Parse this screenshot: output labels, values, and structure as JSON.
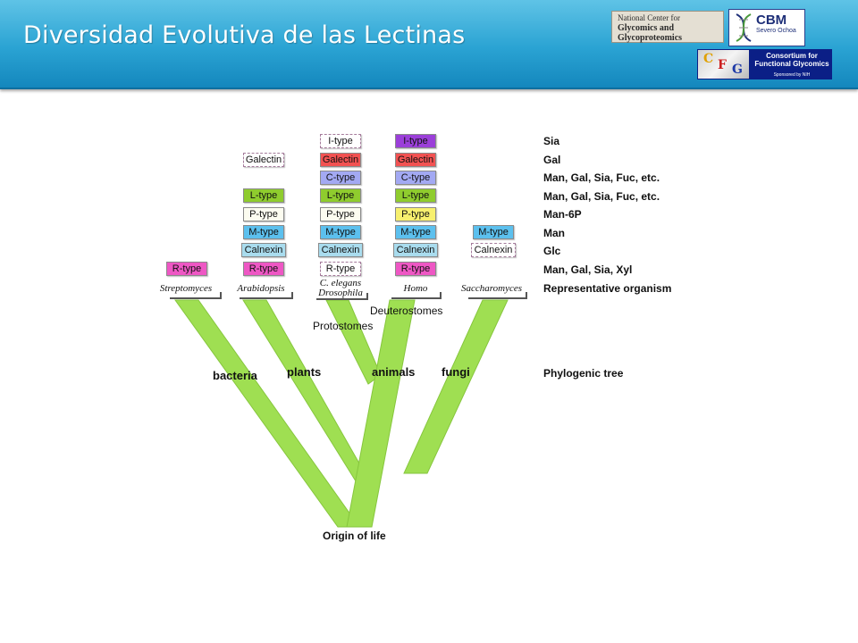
{
  "header": {
    "title": "Diversidad Evolutiva de las Lectinas"
  },
  "logos": {
    "ncfg": {
      "line1": "National Center for",
      "line2": "Glycomics and",
      "line3": "Glycoproteomics"
    },
    "cbm": {
      "name": "CBM",
      "sub": "Severo Ochoa"
    },
    "cfg": {
      "letters": "CFG",
      "name": "Consortium for Functional Glycomics",
      "sponsor": "Sponsored by NIH"
    }
  },
  "colors": {
    "branch": "#9fdf52",
    "itype_animal": "#9b3fd9",
    "galectin": "#f25252",
    "ctype": "#a3a9f3",
    "ltype": "#8fcc2e",
    "ptype_homo": "#f7f06e",
    "mtype": "#5cc0ee",
    "calnexin": "#a9dcee",
    "rtype": "#ee57c4"
  },
  "columns": {
    "streptomyces": {
      "organism": "Streptomyces",
      "boxes": [
        {
          "label": "R-type"
        }
      ]
    },
    "arabidopsis": {
      "organism": "Arabidopsis",
      "boxes": [
        {
          "label": "Galectin"
        },
        {
          "label": "L-type"
        },
        {
          "label": "P-type"
        },
        {
          "label": "M-type"
        },
        {
          "label": "Calnexin"
        },
        {
          "label": "R-type"
        }
      ]
    },
    "celegans": {
      "organism_line1": "C. elegans",
      "organism_line2": "Drosophila",
      "boxes": [
        {
          "label": "I-type"
        },
        {
          "label": "Galectin"
        },
        {
          "label": "C-type"
        },
        {
          "label": "L-type"
        },
        {
          "label": "P-type"
        },
        {
          "label": "M-type"
        },
        {
          "label": "Calnexin"
        },
        {
          "label": "R-type"
        }
      ]
    },
    "homo": {
      "organism": "Homo",
      "boxes": [
        {
          "label": "I-type"
        },
        {
          "label": "Galectin"
        },
        {
          "label": "C-type"
        },
        {
          "label": "L-type"
        },
        {
          "label": "P-type"
        },
        {
          "label": "M-type"
        },
        {
          "label": "Calnexin"
        },
        {
          "label": "R-type"
        }
      ]
    },
    "saccharomyces": {
      "organism": "Saccharomyces",
      "boxes": [
        {
          "label": "M-type"
        },
        {
          "label": "Calnexin"
        }
      ]
    }
  },
  "row_labels": [
    "Sia",
    "Gal",
    "Man, Gal, Sia, Fuc, etc.",
    "Man, Gal, Sia, Fuc, etc.",
    "Man-6P",
    "Man",
    "Glc",
    "Man, Gal, Sia, Xyl",
    "Representative organism",
    "Phylogenic tree"
  ],
  "tree": {
    "bacteria": "bacteria",
    "plants": "plants",
    "animals": "animals",
    "fungi": "fungi",
    "deuterostomes": "Deuterostomes",
    "protostomes": "Protostomes",
    "origin": "Origin of life"
  }
}
